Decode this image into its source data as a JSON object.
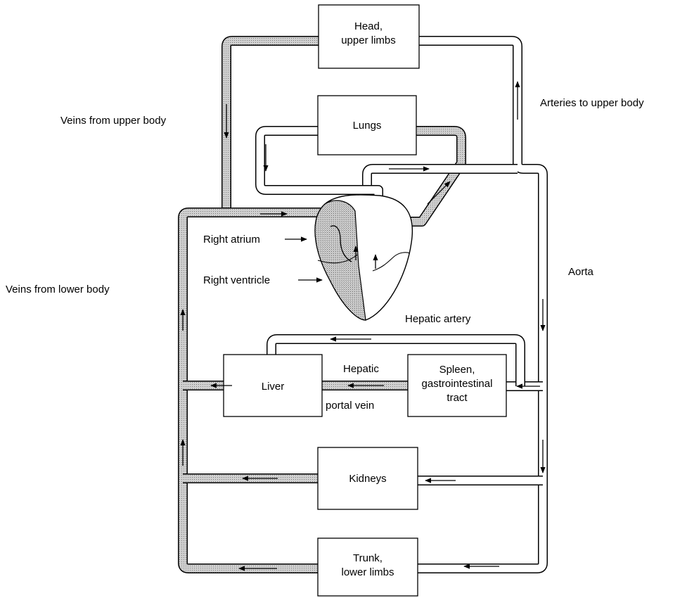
{
  "colors": {
    "venous": "#bdbdbd",
    "outline": "#000000",
    "background": "#ffffff",
    "heart_right": "#c4c4c4"
  },
  "organs": {
    "head": [
      "Head,",
      "upper limbs"
    ],
    "lungs": [
      "Lungs"
    ],
    "liver": [
      "Liver"
    ],
    "spleen": [
      "Spleen,",
      "gastrointestinal",
      "tract"
    ],
    "kidneys": [
      "Kidneys"
    ],
    "trunk": [
      "Trunk,",
      "lower limbs"
    ]
  },
  "labels": {
    "veins_upper": "Veins from upper body",
    "arteries_upper": "Arteries to upper body",
    "veins_lower": "Veins from lower body",
    "aorta": "Aorta",
    "right_atrium": "Right atrium",
    "right_ventricle": "Right ventricle",
    "hepatic_artery": "Hepatic artery",
    "hepatic": "Hepatic",
    "portal_vein": "portal vein"
  }
}
